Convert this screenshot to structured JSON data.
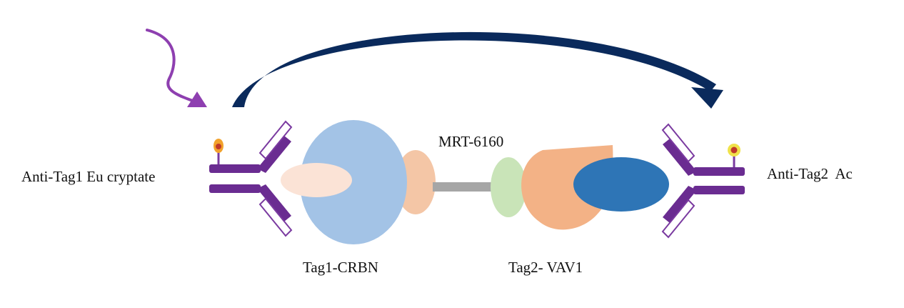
{
  "labels": {
    "donor": "Anti-Tag1 Eu cryptate",
    "acceptor": "Anti-Tag2  Ac",
    "compound": "MRT-6160",
    "protein_left": "Tag1-CRBN",
    "protein_right": "Tag2- VAV1"
  },
  "colors": {
    "antibody": "#6a2c91",
    "antibody_outline": "#7a3aa0",
    "excitation_arrow": "#8e3fb0",
    "energy_transfer_arrow": "#0a2a5c",
    "crbn_body": "#a3c3e6",
    "crbn_left_blob": "#fbe3d6",
    "crbn_right_blob": "#f4c6a6",
    "linker": "#a6a6a6",
    "green_blob": "#c9e4b8",
    "vav1_body": "#f3b286",
    "vav1_domain": "#2e75b6",
    "fluor_inner": "#c0392b",
    "fluor_outer_left": "#f2a22c",
    "fluor_outer_right": "#f0e24a"
  },
  "icons": {
    "excitation": "curved-arrow-icon",
    "energy_transfer": "arc-arrow-icon",
    "antibody": "antibody-icon",
    "fluorophore": "fluorophore-icon"
  }
}
